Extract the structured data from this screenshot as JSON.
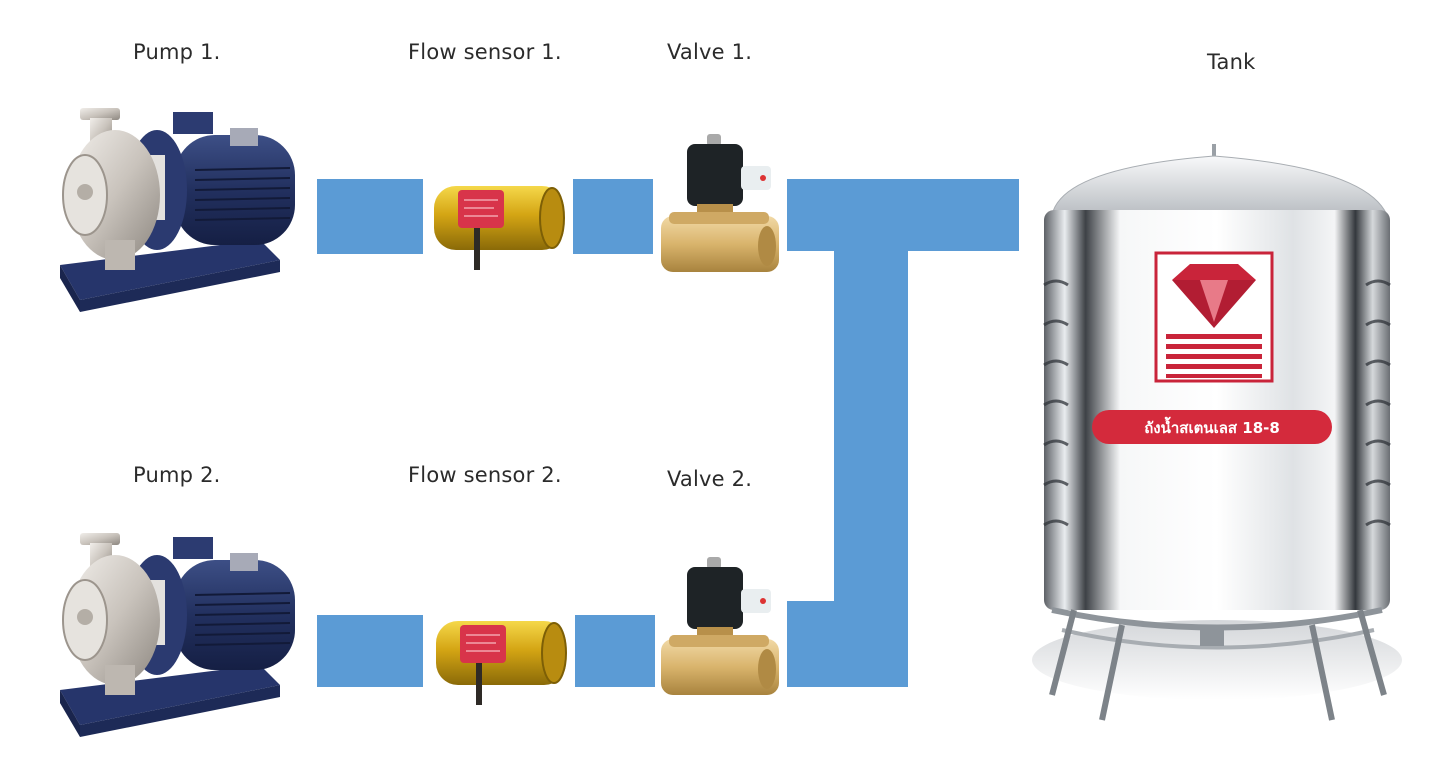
{
  "diagram": {
    "title": "Pump–sensor–valve–tank piping layout",
    "pipe_color": "#5b9bd5",
    "components": {
      "pump1": {
        "label": "Pump 1.",
        "icon": "centrifugal-pump-icon"
      },
      "flow1": {
        "label": "Flow sensor 1.",
        "icon": "flow-sensor-icon"
      },
      "valve1": {
        "label": "Valve 1.",
        "icon": "solenoid-valve-icon"
      },
      "pump2": {
        "label": "Pump 2.",
        "icon": "centrifugal-pump-icon"
      },
      "flow2": {
        "label": "Flow sensor 2.",
        "icon": "flow-sensor-icon"
      },
      "valve2": {
        "label": "Valve 2.",
        "icon": "solenoid-valve-icon"
      },
      "tank": {
        "label": "Tank",
        "icon": "stainless-water-tank-icon",
        "badge_text": "ถังน้ำสเตนเลส 18-8",
        "brand_color": "#d42a3c"
      }
    },
    "connections": [
      {
        "from": "Pump 1.",
        "to": "Flow sensor 1."
      },
      {
        "from": "Flow sensor 1.",
        "to": "Valve 1."
      },
      {
        "from": "Valve 1.",
        "to": "Tank"
      },
      {
        "from": "Pump 2.",
        "to": "Flow sensor 2."
      },
      {
        "from": "Flow sensor 2.",
        "to": "Valve 2."
      },
      {
        "from": "Valve 2.",
        "to": "Tank"
      }
    ]
  }
}
